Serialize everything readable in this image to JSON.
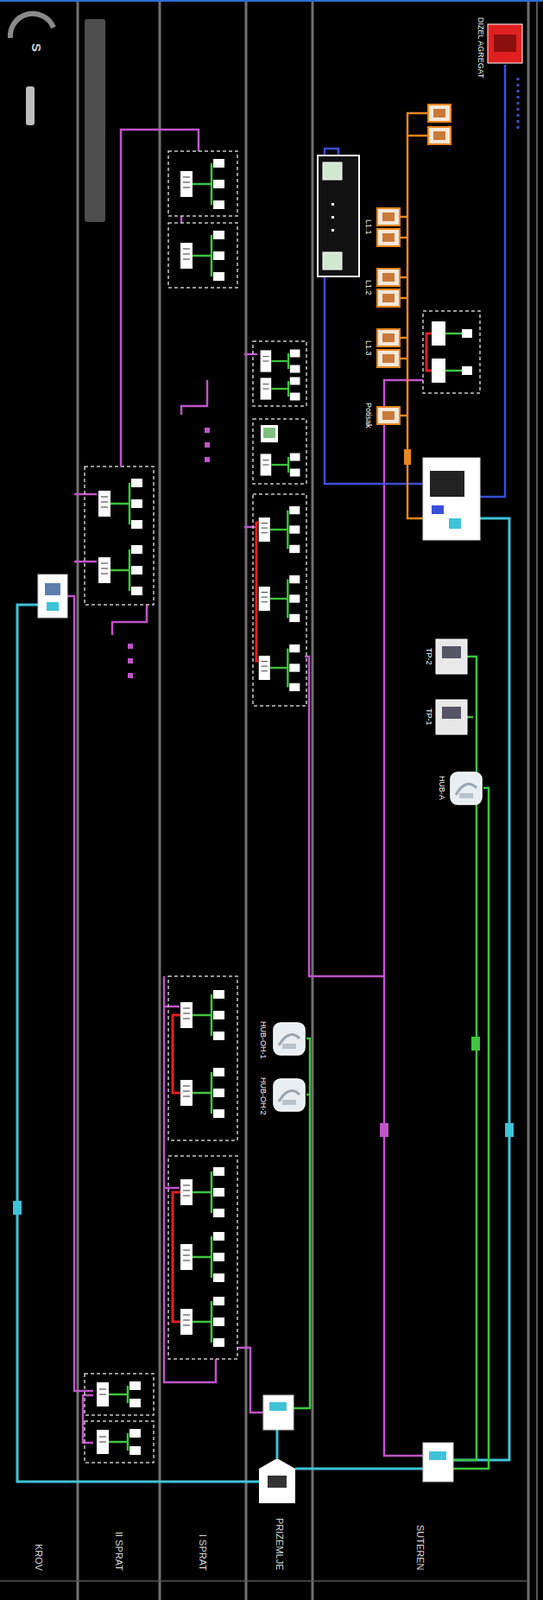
{
  "diagram": {
    "nodes": [
      {
        "text": [
          "KROV"
        ]
      },
      {
        "text": [
          "II SPRAT"
        ]
      },
      {
        "text": [
          "I SPRAT"
        ]
      },
      {
        "text": [
          "PRIZEMLJE"
        ]
      },
      {
        "text": [
          "HUB-OH-1"
        ],
        "in": 3
      },
      {
        "text": [
          "HUB-OH-2"
        ],
        "in": 3
      },
      {
        "text": [
          "SUTEREN"
        ]
      },
      {
        "text": [
          "DIZEL AGREGAT"
        ],
        "in": 6
      },
      {
        "text": [
          "L1.1"
        ],
        "in": 6
      },
      {
        "text": [
          "L1.2"
        ],
        "in": 6
      },
      {
        "text": [
          "L1.3"
        ],
        "in": 6
      },
      {
        "text": [
          "Potisak"
        ],
        "in": 6
      },
      {
        "text": [
          "TP-2"
        ],
        "in": 6
      },
      {
        "text": [
          "TP-1"
        ],
        "in": 6
      },
      {
        "text": [
          "HUB-A"
        ],
        "in": 6
      }
    ],
    "labels": [
      "S"
    ]
  }
}
